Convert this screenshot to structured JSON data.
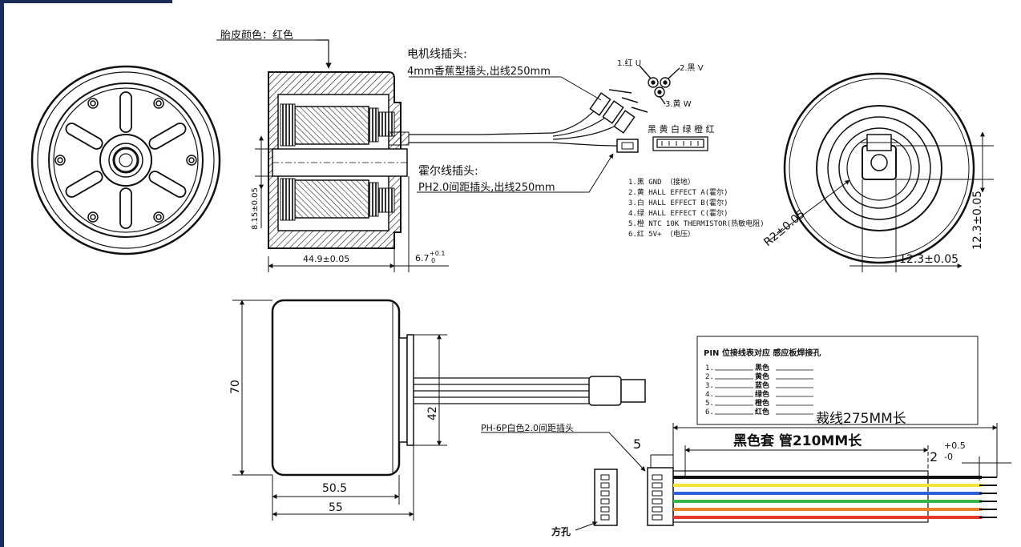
{
  "labels": {
    "tire_color": "胎皮颜色：红色",
    "motor_plug_title": "电机线插头:",
    "motor_plug_desc": "4mm香蕉型插头,出线250mm",
    "hall_plug_title": "霍尔线插头:",
    "hall_plug_desc": "PH2.0间距插头,出线250mm",
    "phase_u": "1.红 U",
    "phase_v": "2.黑 V",
    "phase_w": "3.黄 W",
    "connector_colors": "黑 黄 白 绿 橙 红",
    "ph_connector": "PH-6P白色2.0间距插头",
    "square_hole": "方孔",
    "cut_length": "裁线275MM长",
    "sleeve": "黑色套 管210MM长"
  },
  "hall_pins": [
    "1.黑 GND （接地）",
    "2.黄 HALL EFFECT A(霍尔)",
    "3.白 HALL EFFECT B(霍尔)",
    "4.绿 HALL EFFECT C(霍尔)",
    "5.橙 NTC 10K THERMISTOR(热敏电阻)",
    "6.红 5V+ （电压）"
  ],
  "pin_table": {
    "title": "PIN 位接线表对应 感应板焊接孔",
    "rows": [
      {
        "num": "1.",
        "color": "黑色"
      },
      {
        "num": "2.",
        "color": "黄色"
      },
      {
        "num": "3.",
        "color": "蓝色"
      },
      {
        "num": "4.",
        "color": "绿色"
      },
      {
        "num": "5.",
        "color": "橙色"
      },
      {
        "num": "6.",
        "color": "红色"
      }
    ]
  },
  "dimensions": {
    "shaft_dia": "8.15±0.05",
    "length_44": "44.9±0.05",
    "shaft_ext": "6.7",
    "shaft_tol": "+0.1",
    "shaft_tol_low": "0",
    "radius": "R2±0.05",
    "key_w": "12.3±0.05",
    "key_h": "12.3±0.05",
    "dia_70": "70",
    "dia_42": "42",
    "len_50": "50.5",
    "len_55": "55",
    "strip_5": "5",
    "strip_2": "2",
    "strip_2_tol_hi": "+0.5",
    "strip_2_tol_lo": "-0"
  },
  "wire_colors": [
    "#111111",
    "#f4e33a",
    "#2a63d9",
    "#39b54a",
    "#e8852a",
    "#e53a2a"
  ]
}
